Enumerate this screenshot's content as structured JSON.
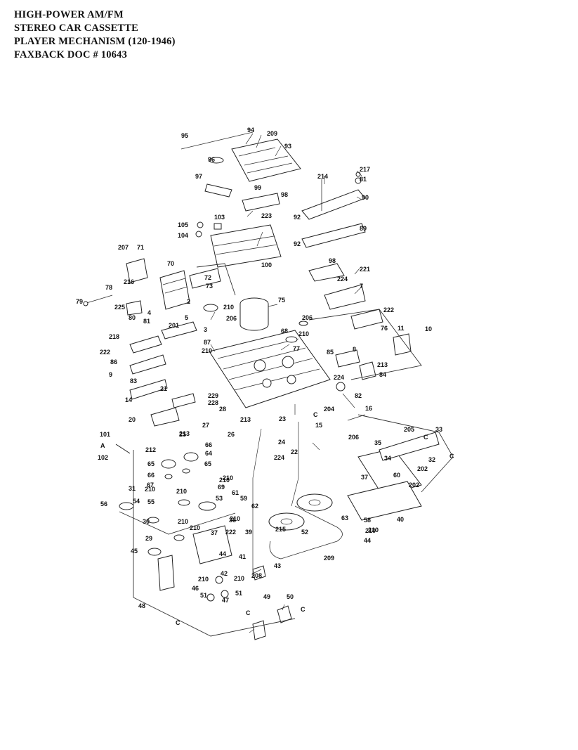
{
  "title_lines": [
    "HIGH-POWER AM/FM",
    "STEREO CAR CASSETTE",
    "PLAYER  MECHANISM  (120-1946)",
    "FAXBACK DOC # 10643"
  ],
  "callouts": [
    "95",
    "94",
    "209",
    "96",
    "93",
    "97",
    "99",
    "98",
    "217",
    "81",
    "214",
    "90",
    "92",
    "223",
    "105",
    "103",
    "104",
    "89",
    "92",
    "207",
    "71",
    "100",
    "98",
    "221",
    "70",
    "72",
    "73",
    "224",
    "7",
    "216",
    "78",
    "79",
    "225",
    "80",
    "210",
    "75",
    "2",
    "206",
    "222",
    "5",
    "4",
    "81",
    "201",
    "206",
    "68",
    "210",
    "3",
    "76",
    "11",
    "10",
    "218",
    "87",
    "77",
    "210",
    "222",
    "86",
    "85",
    "8",
    "213",
    "9",
    "83",
    "84",
    "21",
    "224",
    "14",
    "82",
    "229",
    "228",
    "28",
    "204",
    "C",
    "15",
    "16",
    "20",
    "27",
    "25",
    "213",
    "26",
    "23",
    "205",
    "33",
    "101",
    "206",
    "C",
    "C",
    "A",
    "24",
    "35",
    "22",
    "102",
    "212",
    "213",
    "66",
    "65",
    "224",
    "34",
    "32",
    "202",
    "66",
    "64",
    "65",
    "210",
    "67",
    "69",
    "60",
    "202",
    "31",
    "210",
    "54",
    "210",
    "56",
    "53",
    "59",
    "61",
    "210",
    "62",
    "210",
    "37",
    "55",
    "210",
    "63",
    "36",
    "30",
    "58",
    "210",
    "37",
    "29",
    "222",
    "52",
    "215",
    "40",
    "39",
    "210",
    "210",
    "44",
    "45",
    "44",
    "41",
    "209",
    "43",
    "42",
    "208",
    "210",
    "210",
    "51",
    "46",
    "47",
    "48",
    "51",
    "49",
    "50",
    "C",
    "C",
    "C"
  ]
}
